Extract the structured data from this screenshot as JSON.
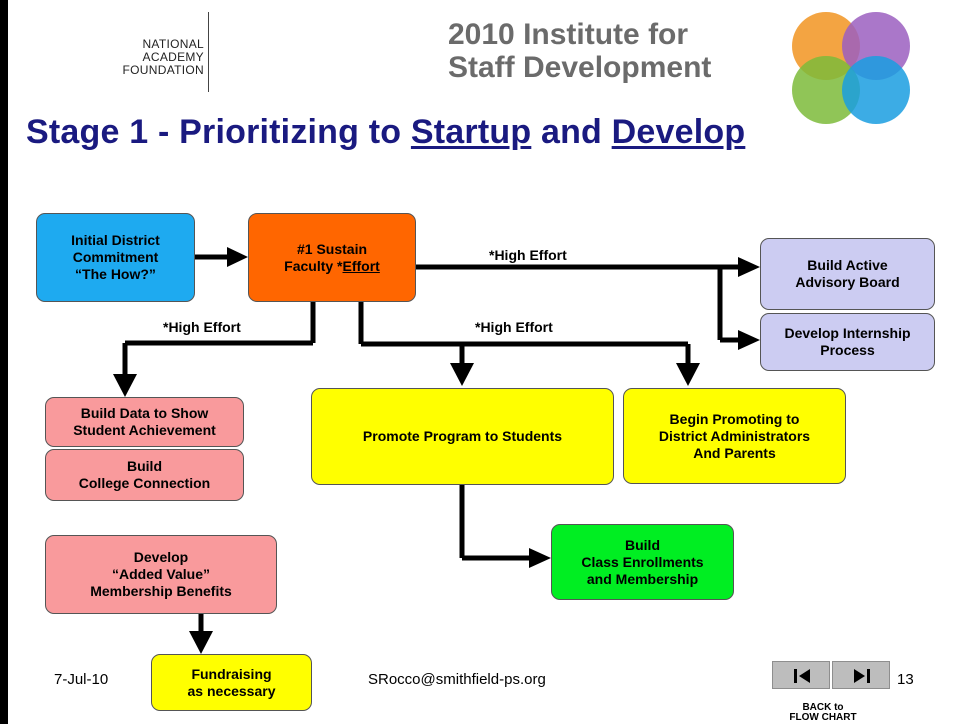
{
  "header": {
    "logo_lines": [
      "NATIONAL",
      "ACADEMY",
      "FOUNDATION"
    ],
    "institute_line1": "2010 Institute for",
    "institute_line2": "Staff Development",
    "colors": {
      "orange": "#f29a2e",
      "purple": "#9b5fbf",
      "green": "#7dbb3a",
      "blue": "#1a9ee0"
    }
  },
  "title": {
    "prefix": "Stage 1 - Prioritizing to ",
    "word1": "Startup",
    "middle": " and ",
    "word2": "Develop"
  },
  "flow": {
    "initial": [
      "Initial District",
      "Commitment",
      "“The How?”"
    ],
    "sustain_line1": "#1 Sustain",
    "sustain_line2_prefix": "Faculty *",
    "sustain_line2_underlined": "Effort",
    "advisory": [
      "Build Active",
      "Advisory Board"
    ],
    "internship": [
      "Develop Internship",
      "Process"
    ],
    "data": [
      "Build Data to Show",
      "Student Achievement"
    ],
    "college": [
      "Build",
      "College Connection"
    ],
    "promote_students": [
      "Promote Program to Students"
    ],
    "promote_admins": [
      "Begin Promoting to",
      "District Administrators",
      "And Parents"
    ],
    "enrollments": [
      "Build",
      "Class Enrollments",
      "and Membership"
    ],
    "added_value": [
      "Develop",
      "“Added Value”",
      "Membership Benefits"
    ],
    "fundraising": [
      "Fundraising",
      "as necessary"
    ],
    "labels": {
      "top_right": "*High Effort",
      "left": "*High Effort",
      "middle": "*High Effort"
    }
  },
  "footer": {
    "date": "7-Jul-10",
    "email": "SRocco@smithfield-ps.org",
    "slide_number": "13",
    "back_line1": "BACK to",
    "back_line2": "FLOW CHART",
    "prev_icon": "skip-back-icon",
    "next_icon": "skip-forward-icon"
  }
}
